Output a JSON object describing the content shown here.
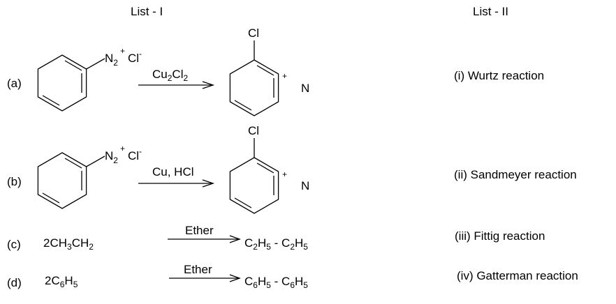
{
  "list1_title": "List - I",
  "list2_title": "List - II",
  "reactions": [
    {
      "label": "(a)",
      "reactant": "N",
      "reactant_sub": "2",
      "reactant_charge": "+",
      "counter_ion": "Cl",
      "counter_charge": "-",
      "reagent": "Cu",
      "reagent_sub1": "2",
      "reagent_2": "Cl",
      "reagent_sub2": "2",
      "product_sub": "Cl",
      "plus": "+",
      "byproduct": "N"
    },
    {
      "label": "(b)",
      "reactant": "N",
      "reactant_sub": "2",
      "reactant_charge": "+",
      "counter_ion": "Cl",
      "counter_charge": "-",
      "reagent": "Cu, HCl",
      "product_sub": "Cl",
      "plus": "+",
      "byproduct": "N"
    },
    {
      "label": "(c)",
      "reactant": [
        "2CH",
        "3",
        "CH",
        "2"
      ],
      "reagent": "Ether",
      "product": [
        "C",
        "2",
        "H",
        "5",
        " - C",
        "2",
        "H",
        "5"
      ]
    },
    {
      "label": "(d)",
      "reactant": [
        "2C",
        "6",
        "H",
        "5"
      ],
      "reagent": "Ether",
      "product": [
        "C",
        "6",
        "H",
        "5",
        " - C",
        "6",
        "H",
        "5"
      ]
    }
  ],
  "list2": [
    "(i) Wurtz reaction",
    "(ii) Sandmeyer reaction",
    "(iii) Fittig reaction",
    "(iv) Gatterman reaction"
  ]
}
